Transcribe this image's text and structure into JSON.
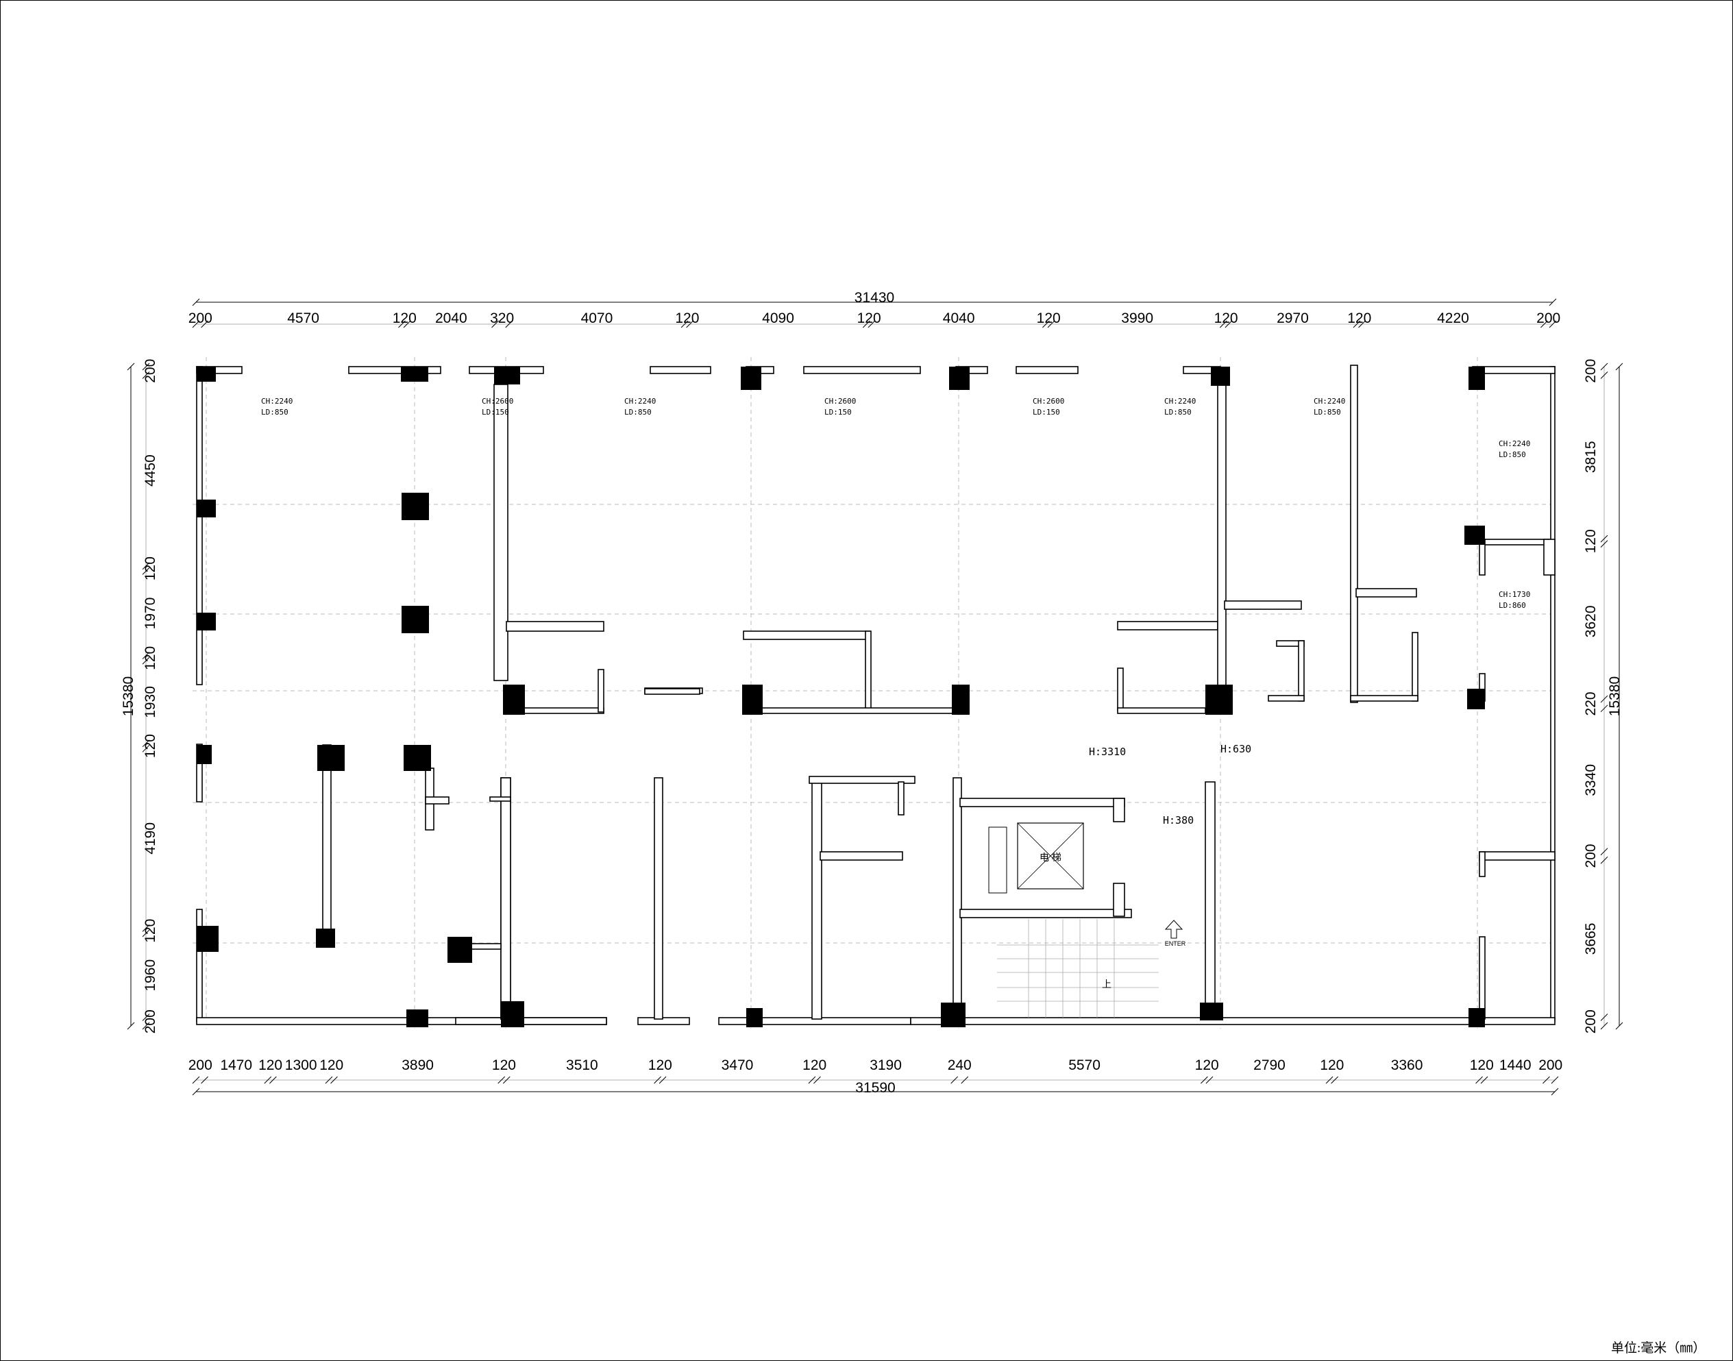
{
  "top_total": "31430",
  "top_dims": [
    "200",
    "4570",
    "120",
    "2040",
    "320",
    "4070",
    "120",
    "4090",
    "120",
    "4040",
    "120",
    "3990",
    "120",
    "2970",
    "120",
    "4220",
    "200"
  ],
  "bottom_total": "31590",
  "bottom_dims": [
    "200",
    "1470",
    "120",
    "1300",
    "120",
    "3890",
    "120",
    "3510",
    "120",
    "3470",
    "120",
    "3190",
    "240",
    "5570",
    "120",
    "2790",
    "120",
    "3360",
    "120",
    "1440",
    "200"
  ],
  "left_total": "15380",
  "left_dims": [
    "200",
    "4450",
    "120",
    "1970",
    "120",
    "1930",
    "120",
    "4190",
    "120",
    "1960",
    "200"
  ],
  "right_total": "15380",
  "right_dims": [
    "200",
    "3815",
    "120",
    "3620",
    "220",
    "3340",
    "200",
    "3665",
    "200"
  ],
  "window_notes": [
    {
      "ch": "CH:2240",
      "ld": "LD:850"
    },
    {
      "ch": "CH:2600",
      "ld": "LD:150"
    },
    {
      "ch": "CH:2240",
      "ld": "LD:850"
    },
    {
      "ch": "CH:2600",
      "ld": "LD:150"
    },
    {
      "ch": "CH:2600",
      "ld": "LD:150"
    },
    {
      "ch": "CH:2240",
      "ld": "LD:850"
    },
    {
      "ch": "CH:2240",
      "ld": "LD:850"
    },
    {
      "ch": "CH:2240",
      "ld": "LD:850"
    },
    {
      "ch": "CH:1730",
      "ld": "LD:860"
    }
  ],
  "heights": {
    "h3310": "H:3310",
    "h630": "H:630",
    "h380": "H:380"
  },
  "elevator_label": "电 梯",
  "stair_label": "上",
  "enter_label": "ENTER",
  "unit_label": "单位:毫米（㎜）"
}
